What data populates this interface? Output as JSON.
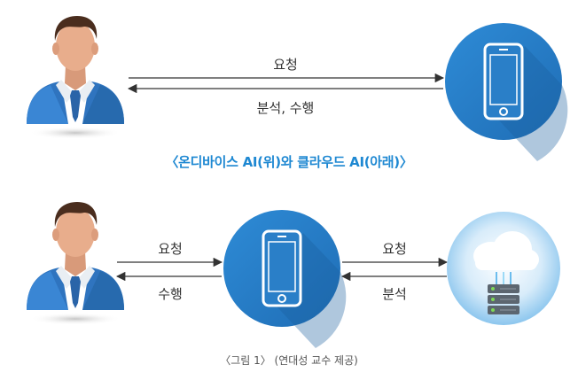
{
  "top": {
    "arrow_right_label": "요청",
    "arrow_left_label": "분석, 수행"
  },
  "section_title": "〈온디바이스 AI(위)와 클라우드 AI(아래)〉",
  "bottom": {
    "left_arrow_right_label": "요청",
    "left_arrow_left_label": "수행",
    "right_arrow_right_label": "요청",
    "right_arrow_left_label": "분석"
  },
  "caption": "〈그림 1〉 (연대성 교수 제공)",
  "colors": {
    "accent_blue": "#1e88d2",
    "circle_blue": "#2a7fc8",
    "suit_blue": "#2f74bf"
  }
}
